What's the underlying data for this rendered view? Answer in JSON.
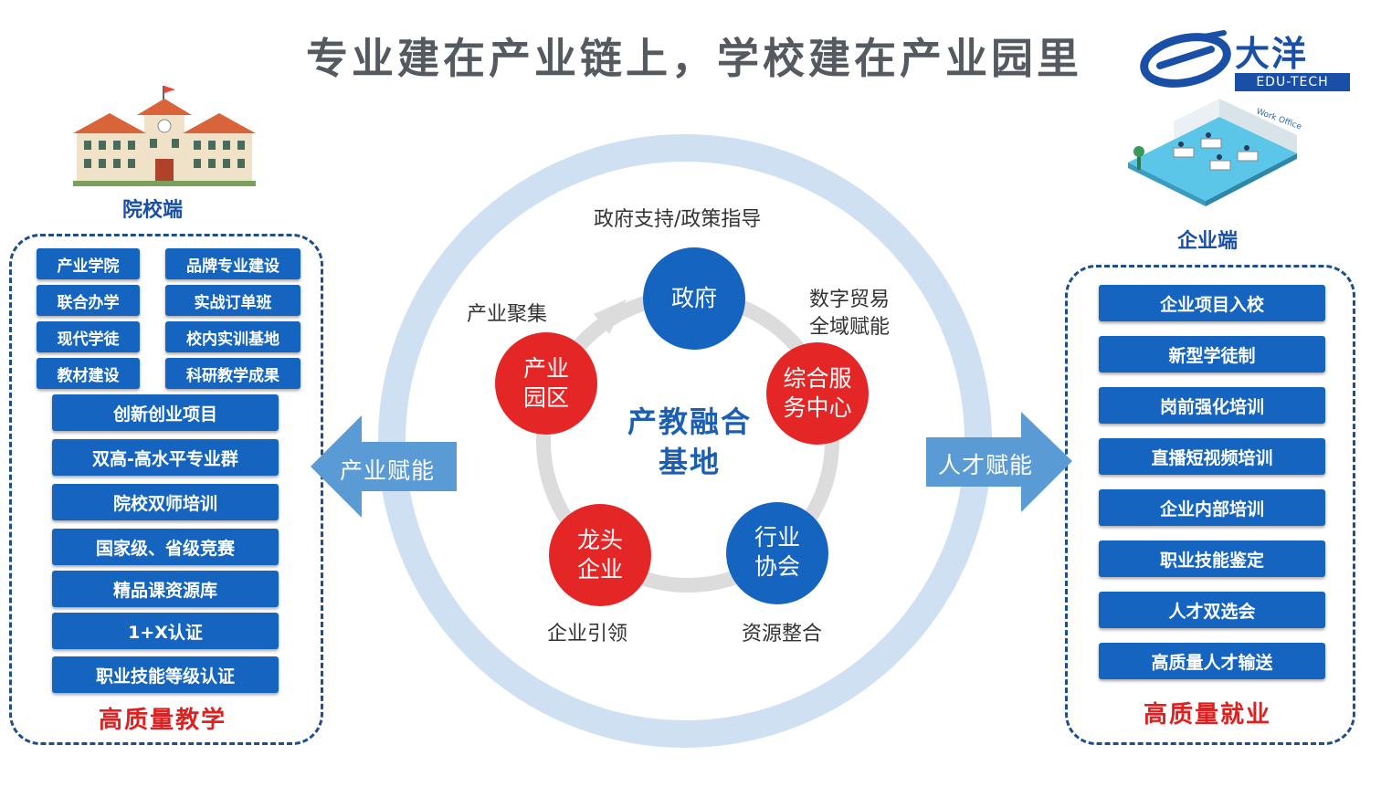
{
  "title": "专业建在产业链上，学校建在产业园里",
  "logo": {
    "name": "大洋",
    "sub": "EDU-TECH"
  },
  "left": {
    "heading": "院校端",
    "grid_items": [
      "产业学院",
      "品牌专业建设",
      "联合办学",
      "实战订单班",
      "现代学徒",
      "校内实训基地",
      "教材建设",
      "科研教学成果"
    ],
    "list_items": [
      "创新创业项目",
      "双高-高水平专业群",
      "院校双师培训",
      "国家级、省级竞赛",
      "精品课资源库",
      "1+X认证",
      "职业技能等级认证"
    ],
    "footer": "高质量教学"
  },
  "right": {
    "heading": "企业端",
    "list_items": [
      "企业项目入校",
      "新型学徒制",
      "岗前强化培训",
      "直播短视频培训",
      "企业内部培训",
      "职业技能鉴定",
      "人才双选会",
      "高质量人才输送"
    ],
    "footer": "高质量就业"
  },
  "arrows": {
    "left": "产业赋能",
    "right": "人才赋能"
  },
  "center": {
    "title_line1": "产教融合",
    "title_line2": "基地",
    "annotations": {
      "top": "政府支持/政策指导",
      "top_left": "产业聚集",
      "top_right_1": "数字贸易",
      "top_right_2": "全域赋能",
      "bottom_left": "企业引领",
      "bottom_right": "资源整合"
    },
    "nodes": {
      "gov": {
        "line1": "政府"
      },
      "service": {
        "line1": "综合服",
        "line2": "务中心"
      },
      "assoc": {
        "line1": "行业",
        "line2": "协会"
      },
      "leader": {
        "line1": "龙头",
        "line2": "企业"
      },
      "park": {
        "line1": "产业",
        "line2": "园区"
      }
    }
  },
  "colors": {
    "blue": "#1565c0",
    "red": "#e02a2a",
    "ring": "#cfe0f2",
    "arrow": "#5b9bd5",
    "title_gray": "#555a61"
  }
}
